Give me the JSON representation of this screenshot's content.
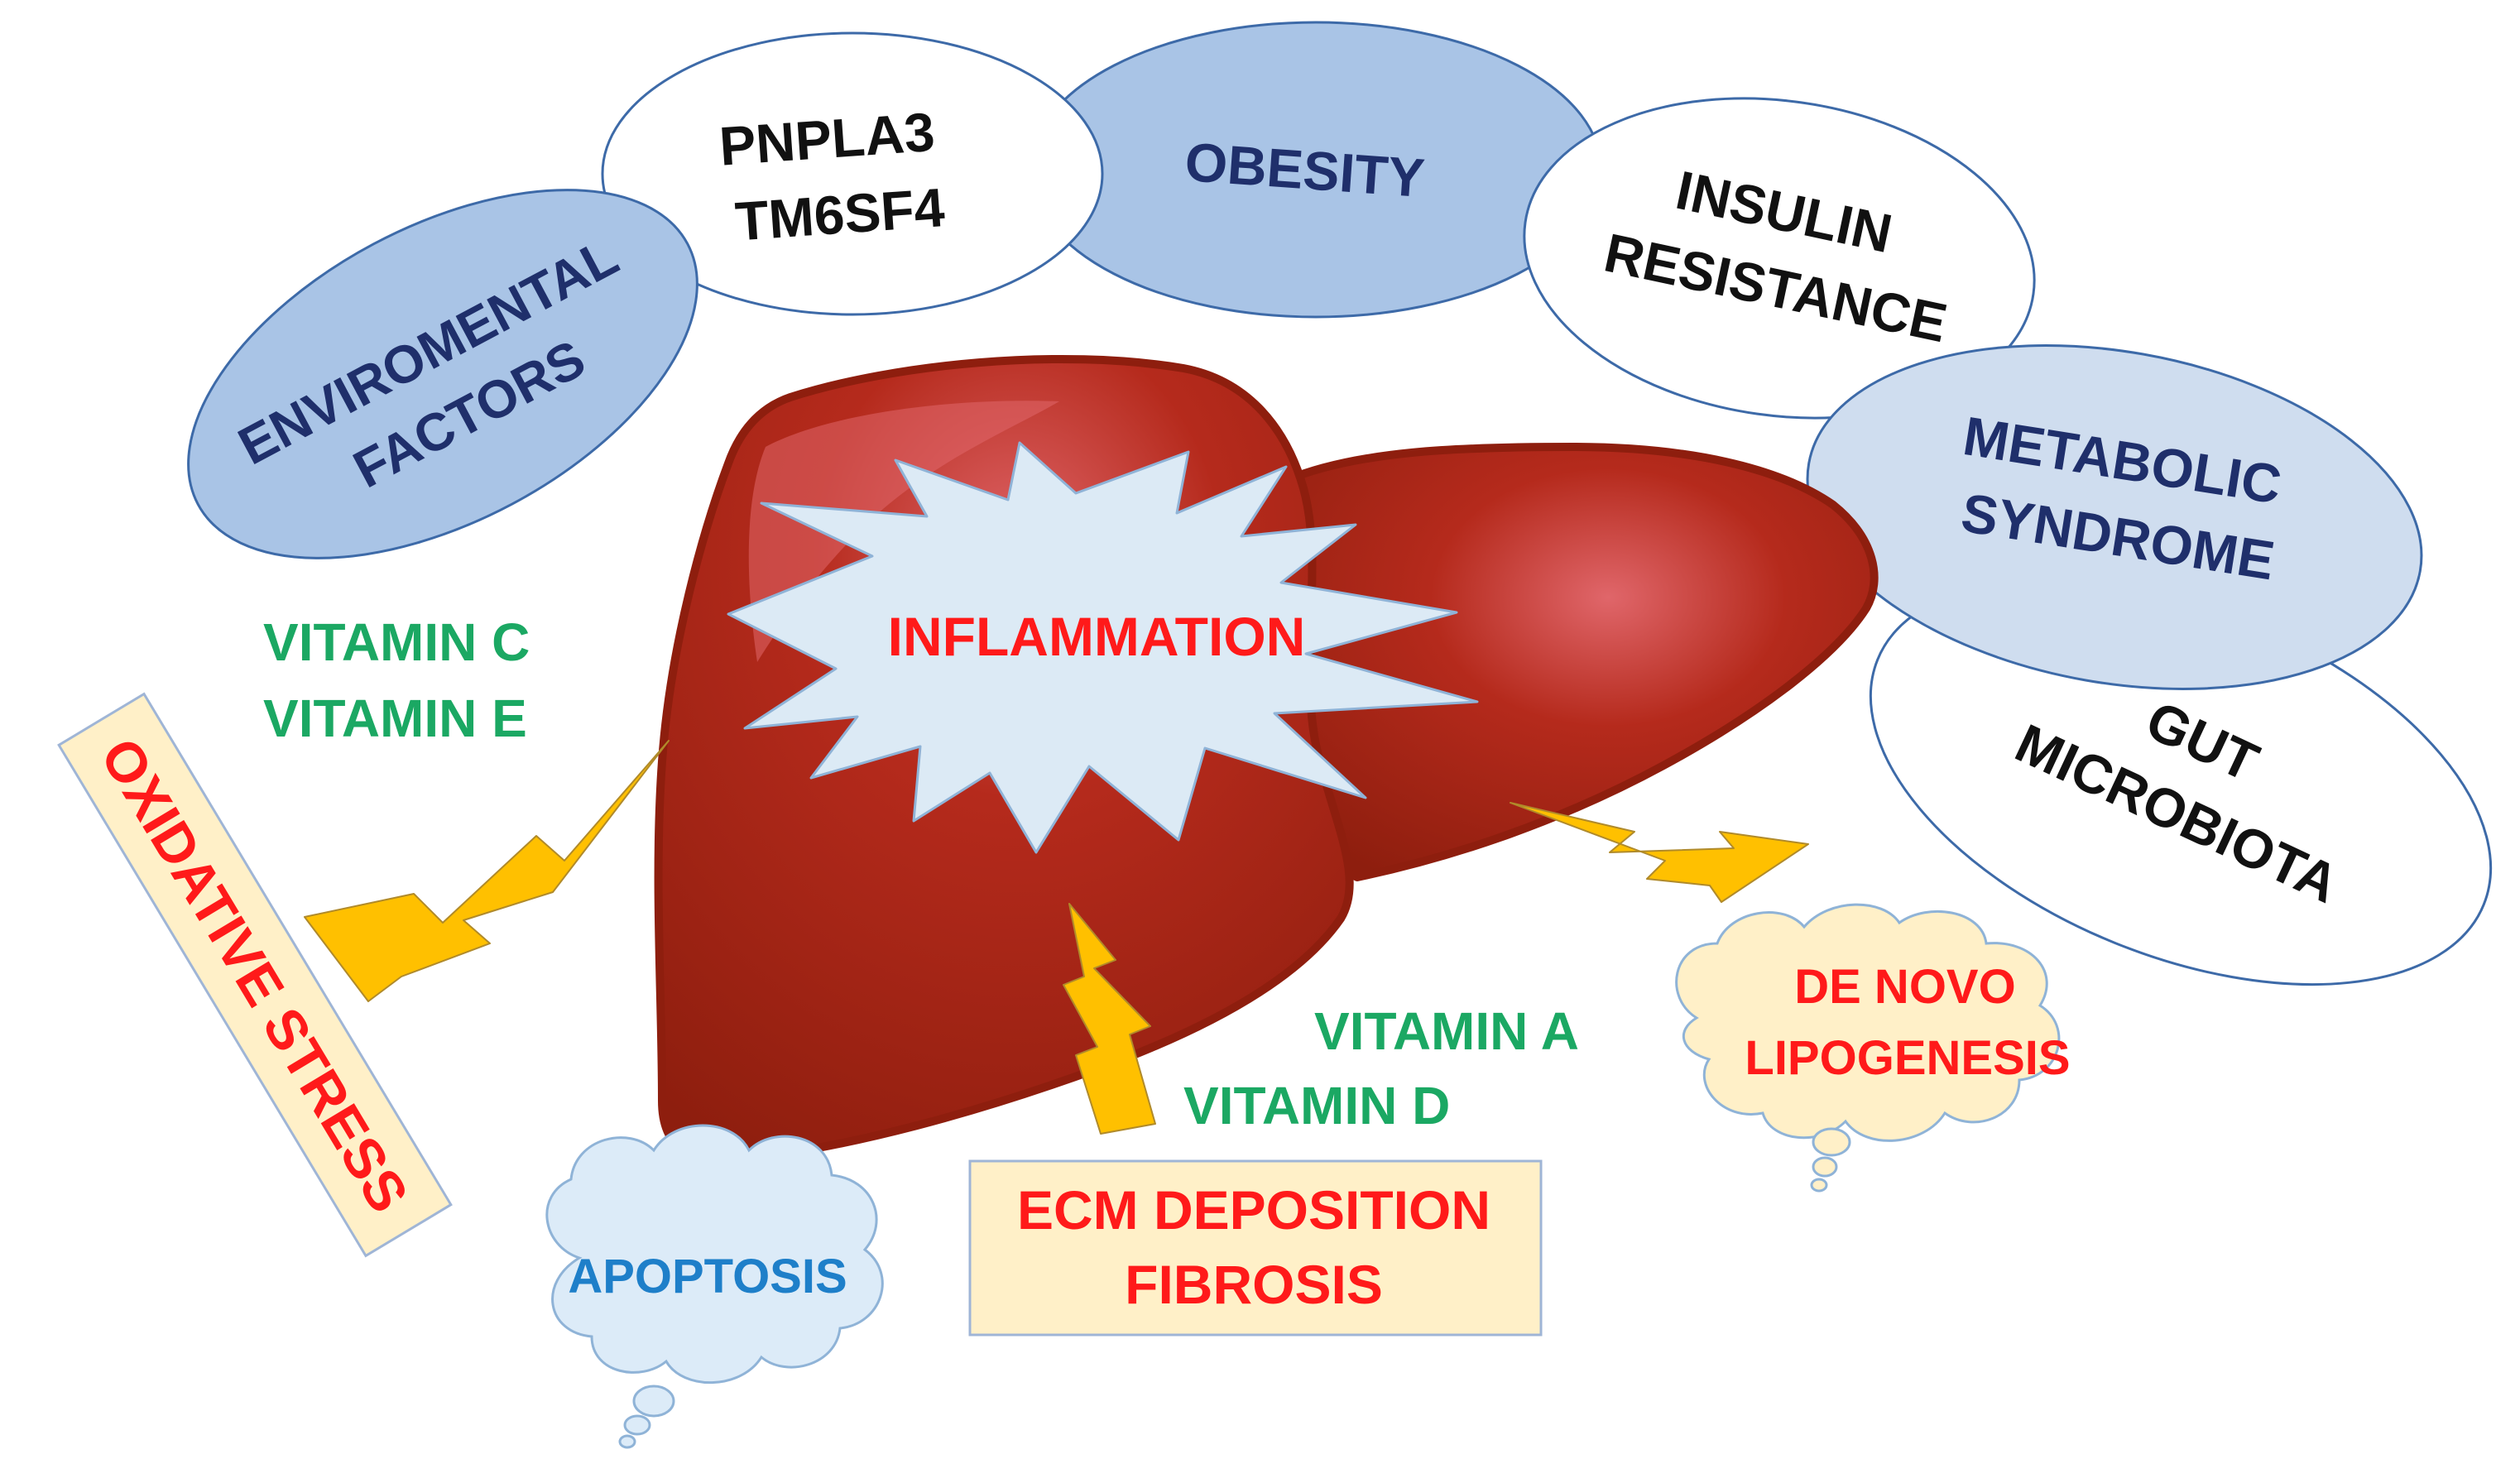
{
  "colors": {
    "navy_text": "#1F2F6B",
    "black_text": "#111111",
    "red_text": "#FF1A1A",
    "green_text": "#1BA863",
    "blue_text": "#1E7FC9",
    "blue_oval_fill": "#A9C4E6",
    "light_blue_oval_fill": "#CFDDEF",
    "white_oval_fill": "#FFFFFF",
    "oval_stroke": "#3D6AA8",
    "liver_dark": "#8E1E0E",
    "liver_mid": "#B52A1C",
    "liver_light": "#E0666A",
    "burst_fill": "#DCEAF5",
    "burst_stroke": "#8FB3D7",
    "bolt_fill": "#FFC000",
    "bolt_stroke": "#B08A2A",
    "box_fill": "#FFF0C8",
    "box_stroke": "#9FB5D6",
    "cloud_blue_fill": "#DCEBF8",
    "cloud_yellow_fill": "#FFF0C8"
  },
  "factors": {
    "enviromental": [
      "ENVIROMENTAL",
      "FACTORS"
    ],
    "genes": [
      "PNPLA3",
      "TM6SF4"
    ],
    "obesity": [
      "OBESITY"
    ],
    "insulin": [
      "INSULIN",
      "RESISTANCE"
    ],
    "metabolic": [
      "METABOLIC",
      "SYNDROME"
    ],
    "gut": [
      "GUT",
      "MICROBIOTA"
    ]
  },
  "center": {
    "inflammation": "INFLAMMATION"
  },
  "vitamins": {
    "c": "VITAMIN C",
    "e": "VITAMIN E",
    "a": "VITAMIN A",
    "d": "VITAMIN D"
  },
  "effects": {
    "oxidative_stress": "OXIDATIVE STRESS",
    "apoptosis": "APOPTOSIS",
    "ecm": [
      "ECM DEPOSITION",
      "FIBROSIS"
    ],
    "de_novo": [
      "DE NOVO",
      "LIPOGENESIS"
    ]
  },
  "icons": {
    "liver": "liver-icon",
    "burst": "inflammation-burst-icon",
    "bolt": "lightning-bolt-icon",
    "cloud": "thought-cloud-icon"
  }
}
